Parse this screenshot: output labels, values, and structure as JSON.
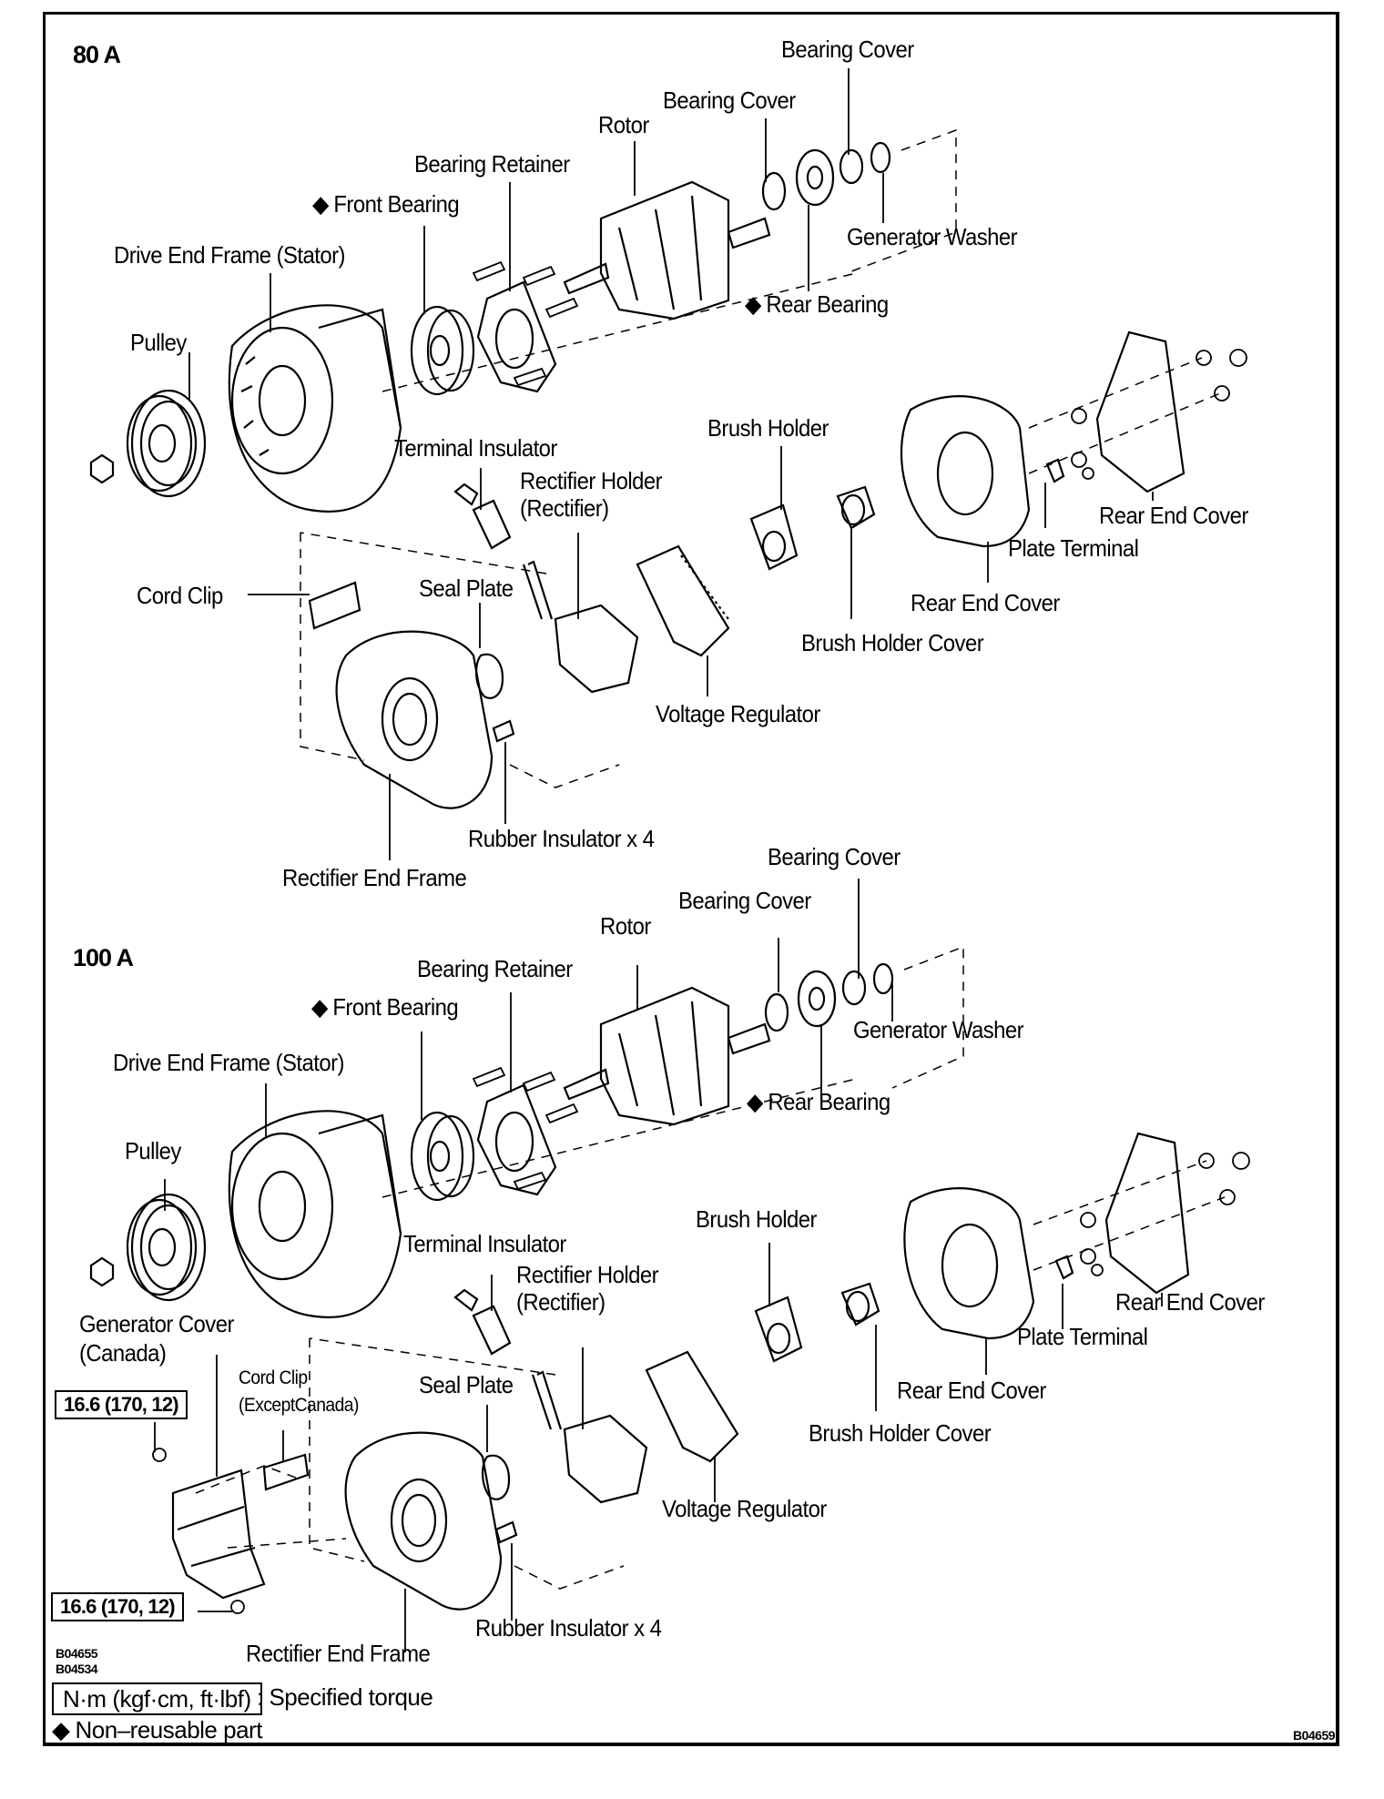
{
  "diagram_title": "Alternator exploded view",
  "sections": [
    {
      "heading": "80 A",
      "labels": {
        "bearing_cover_top": "Bearing Cover",
        "bearing_cover_mid": "Bearing Cover",
        "rotor": "Rotor",
        "bearing_retainer": "Bearing Retainer",
        "front_bearing": "Front Bearing",
        "generator_washer": "Generator Washer",
        "drive_end_frame": "Drive End Frame (Stator)",
        "rear_bearing": "Rear Bearing",
        "pulley": "Pulley",
        "terminal_insulator": "Terminal Insulator",
        "brush_holder": "Brush Holder",
        "rectifier_holder_1": "Rectifier Holder",
        "rectifier_holder_2": "(Rectifier)",
        "rear_end_cover_right": "Rear End Cover",
        "plate_terminal": "Plate Terminal",
        "cord_clip": "Cord Clip",
        "seal_plate": "Seal Plate",
        "rear_end_cover_left": "Rear End Cover",
        "brush_holder_cover": "Brush Holder Cover",
        "voltage_regulator": "Voltage Regulator",
        "rubber_insulator": "Rubber Insulator x 4",
        "rectifier_end_frame": "Rectifier End Frame"
      }
    },
    {
      "heading": "100 A",
      "labels": {
        "bearing_cover_top": "Bearing Cover",
        "bearing_cover_mid": "Bearing Cover",
        "rotor": "Rotor",
        "bearing_retainer": "Bearing Retainer",
        "front_bearing": "Front Bearing",
        "generator_washer": "Generator Washer",
        "drive_end_frame": "Drive End Frame (Stator)",
        "rear_bearing": "Rear Bearing",
        "pulley": "Pulley",
        "terminal_insulator": "Terminal Insulator",
        "brush_holder": "Brush Holder",
        "rectifier_holder_1": "Rectifier Holder",
        "rectifier_holder_2": "(Rectifier)",
        "rear_end_cover_right": "Rear End Cover",
        "plate_terminal": "Plate Terminal",
        "generator_cover_1": "Generator Cover",
        "generator_cover_2": "(Canada)",
        "cord_clip_1": "Cord Clip",
        "cord_clip_2": "(ExceptCanada)",
        "seal_plate": "Seal Plate",
        "rear_end_cover_left": "Rear End Cover",
        "brush_holder_cover": "Brush Holder Cover",
        "voltage_regulator": "Voltage Regulator",
        "rubber_insulator": "Rubber Insulator x 4",
        "rectifier_end_frame": "Rectifier End Frame",
        "torque_top": "16.6 (170, 12)",
        "torque_bottom": "16.6 (170, 12)"
      }
    }
  ],
  "diamond_symbol": "◆",
  "figure_codes": [
    "B04655",
    "B04534"
  ],
  "figure_code_main": "B04659",
  "legend": {
    "torque_unit": "N·m (kgf·cm, ft·lbf)",
    "torque_desc": ": Specified torque",
    "non_reusable": "Non–reusable part"
  }
}
